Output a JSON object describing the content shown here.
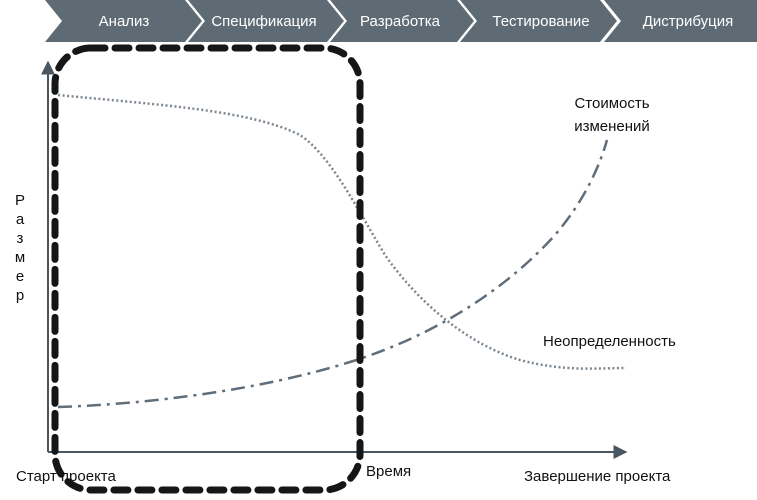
{
  "phases": [
    {
      "label": "Анализ"
    },
    {
      "label": "Спецификация"
    },
    {
      "label": "Разработка"
    },
    {
      "label": "Тестирование"
    },
    {
      "label": "Дистрибуция"
    }
  ],
  "axis": {
    "y_letters": [
      "Р",
      "а",
      "з",
      "м",
      "е",
      "р"
    ],
    "x_start": "Старт проекта",
    "x_middle": "Время",
    "x_end": "Завершение проекта"
  },
  "curves": {
    "cost_line1": "Стоимость",
    "cost_line2": "изменений",
    "uncertainty": "Неопределенность"
  },
  "colors": {
    "phase_fill": "#5f6b74",
    "axis": "#4a5660",
    "cost_curve": "#5f6e7a",
    "uncertainty_curve": "#7b8690",
    "highlight_box": "#161616"
  }
}
